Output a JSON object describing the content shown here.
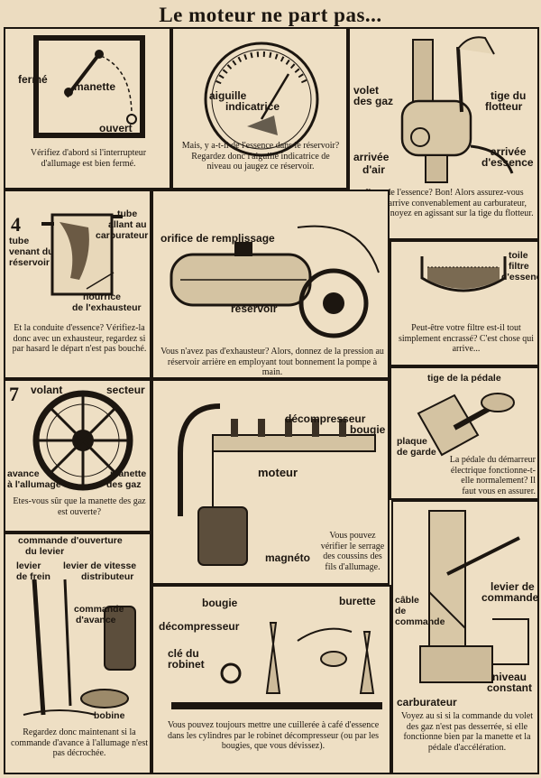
{
  "title": "Le moteur ne part pas...",
  "panels": {
    "p1": {
      "labels": {
        "ferme": "fermé",
        "manette": "manette",
        "ouvert": "ouvert"
      },
      "caption": "Vérifiez d'abord si l'interrupteur d'allumage est bien fermé."
    },
    "p2": {
      "labels": {
        "aiguille": "aiguille",
        "indicatrice": "indicatrice"
      },
      "caption": "Mais, y a-t-il de l'essence dans le réservoir? Regardez donc l'aiguille indicatrice de niveau ou jaugez ce réservoir."
    },
    "p3": {
      "labels": {
        "volet": "volet",
        "des_gaz": "des gaz",
        "tige_du": "tige du",
        "flotteur": "flotteur",
        "arrivee_air1": "arrivée",
        "arrivee_air2": "d'air",
        "arrivee_ess1": "arrivée",
        "arrivee_ess2": "d'essence"
      },
      "caption": "Il y a de l'essence? Bon! Alors assurez-vous qu'elle arrive convenablement au carburateur, que vous noyez en agissant sur la tige du flotteur."
    },
    "p4": {
      "number": "4",
      "labels": {
        "tube_venant1": "tube",
        "tube_venant2": "venant du",
        "tube_venant3": "réservoir",
        "tube_allant1": "tube",
        "tube_allant2": "allant au",
        "tube_allant3": "carburateur",
        "nourrice1": "nourrice",
        "nourrice2": "de l'exhausteur"
      },
      "caption": "Et la conduite d'essence? Vérifiez-la donc avec un exhausteur, regardez si par hasard le départ n'est pas bouché."
    },
    "p5": {
      "labels": {
        "orifice": "orifice de remplissage",
        "reservoir": "réservoir"
      },
      "caption": "Vous n'avez pas d'exhausteur? Alors, donnez de la pression au réservoir arrière en employant tout bonnement la pompe à main."
    },
    "p6": {
      "labels": {
        "toile1": "toile",
        "toile2": "filtre",
        "toile3": "d'essence"
      },
      "caption": "Peut-être votre filtre est-il tout simplement encrassé? C'est chose qui arrive..."
    },
    "p7": {
      "number": "7",
      "labels": {
        "volant": "volant",
        "secteur": "secteur",
        "avance1": "avance",
        "avance2": "à l'allumage",
        "manette1": "manette",
        "manette2": "des gaz"
      },
      "caption": "Etes-vous sûr que la manette des gaz est ouverte?"
    },
    "p8": {
      "labels": {
        "decompresseur": "décompresseur",
        "bougie": "bougie",
        "moteur": "moteur",
        "magneto": "magnéto"
      },
      "caption": "Vous pouvez vérifier le serrage des coussins des fils d'allumage."
    },
    "p9": {
      "labels": {
        "tige_pedale": "tige de la pédale",
        "plaque1": "plaque",
        "plaque2": "de garde"
      },
      "caption": "La pédale du démarreur électrique fonctionne-t-elle normalement? Il faut vous en assurer."
    },
    "p10": {
      "labels": {
        "cmd_ouverture1": "commande d'ouverture",
        "cmd_ouverture2": "du levier",
        "levier_frein1": "levier",
        "levier_frein2": "de frein",
        "levier_vitesse": "levier de vitesse",
        "distributeur": "distributeur",
        "cmd_avance1": "commande",
        "cmd_avance2": "d'avance",
        "bobine": "bobine"
      },
      "caption": "Regardez donc maintenant si la commande d'avance à l'allumage n'est pas décrochée."
    },
    "p11": {
      "labels": {
        "bougie": "bougie",
        "burette": "burette",
        "decompresseur": "décompresseur",
        "cle1": "clé du",
        "cle2": "robinet"
      },
      "caption": "Vous pouvez toujours mettre une cuillerée à café d'essence dans les cylindres par le robinet décompresseur (ou par les bougies, que vous dévissez)."
    },
    "p12": {
      "labels": {
        "levier1": "levier de",
        "levier2": "commande",
        "cable1": "câble",
        "cable2": "de",
        "cable3": "commande",
        "carburateur": "carburateur",
        "niveau1": "niveau",
        "niveau2": "constant"
      },
      "caption": "Voyez au si si la commande du volet des gaz n'est pas desserrée, si elle fonctionne bien par la manette et la pédale d'accélération."
    }
  }
}
